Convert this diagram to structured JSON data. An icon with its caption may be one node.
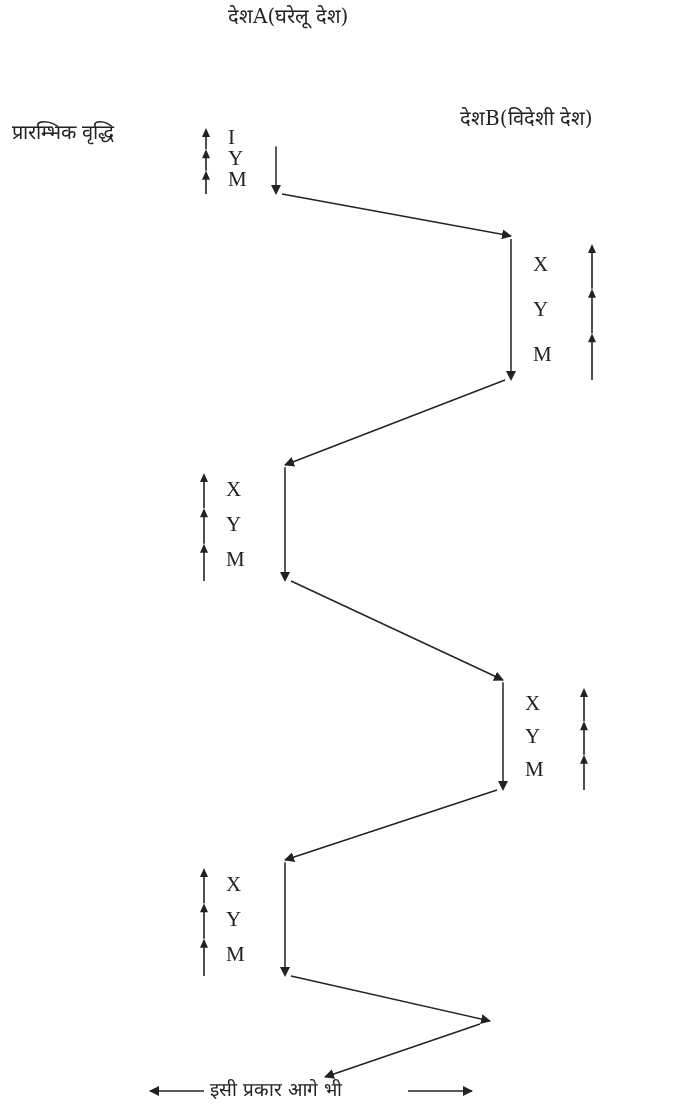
{
  "diagram": {
    "title": "देशA(घरेलू देश)",
    "nodes": [
      {
        "text": [
          "I",
          "Y",
          "M"
        ]
      },
      {
        "text": [
          "X",
          "Y",
          "M"
        ]
      },
      {
        "text": [
          "X",
          "Y",
          "M"
        ]
      },
      {
        "text": [
          "X",
          "Y",
          "M"
        ]
      },
      {
        "text": [
          "X",
          "Y",
          "M"
        ]
      },
      {
        "text": [
          "इसी प्रकार आगे भी"
        ]
      }
    ],
    "edges": [
      {
        "from": 0,
        "to": 1,
        "arrow": "to"
      },
      {
        "from": 1,
        "to": 2,
        "arrow": "to"
      },
      {
        "from": 2,
        "to": 3,
        "arrow": "to"
      },
      {
        "from": 3,
        "to": 4,
        "arrow": "to"
      },
      {
        "from": 4,
        "to": null,
        "arrow": "to"
      },
      {
        "from": null,
        "to": 5,
        "arrow": "to"
      }
    ],
    "labels": [
      "प्रारम्भिक वृद्धि",
      "देशB(विदेशी देश)"
    ]
  }
}
